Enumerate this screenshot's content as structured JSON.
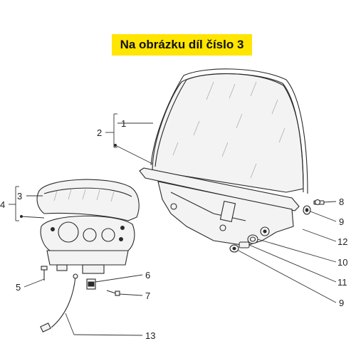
{
  "banner": {
    "text": "Na obrázku díl číslo 3",
    "background": "#ffe500"
  },
  "callouts": {
    "c1": "1",
    "c2": "2",
    "c3": "3",
    "c4": "4",
    "c5": "5",
    "c6": "6",
    "c7": "7",
    "c8": "8",
    "c9a": "9",
    "c9b": "9",
    "c10": "10",
    "c11": "11",
    "c12": "12",
    "c13": "13"
  }
}
